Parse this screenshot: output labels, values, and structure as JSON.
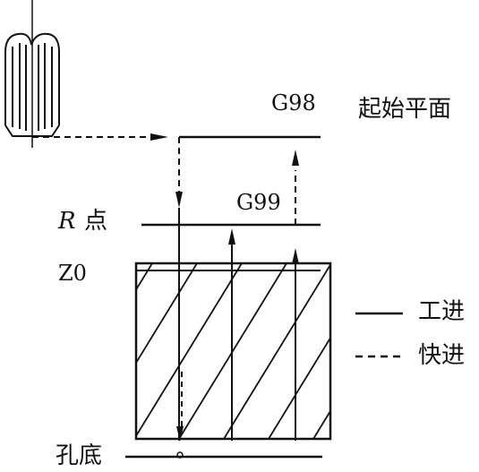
{
  "labels": {
    "g98": "G98",
    "initial_plane": "起始平面",
    "g99": "G99",
    "r_letter": "R",
    "r_point": "点",
    "z0": "Z0",
    "hole_bottom": "孔底"
  },
  "legend": {
    "feed": "工进",
    "rapid": "快进"
  },
  "colors": {
    "line": "#111111",
    "background": "#ffffff"
  }
}
